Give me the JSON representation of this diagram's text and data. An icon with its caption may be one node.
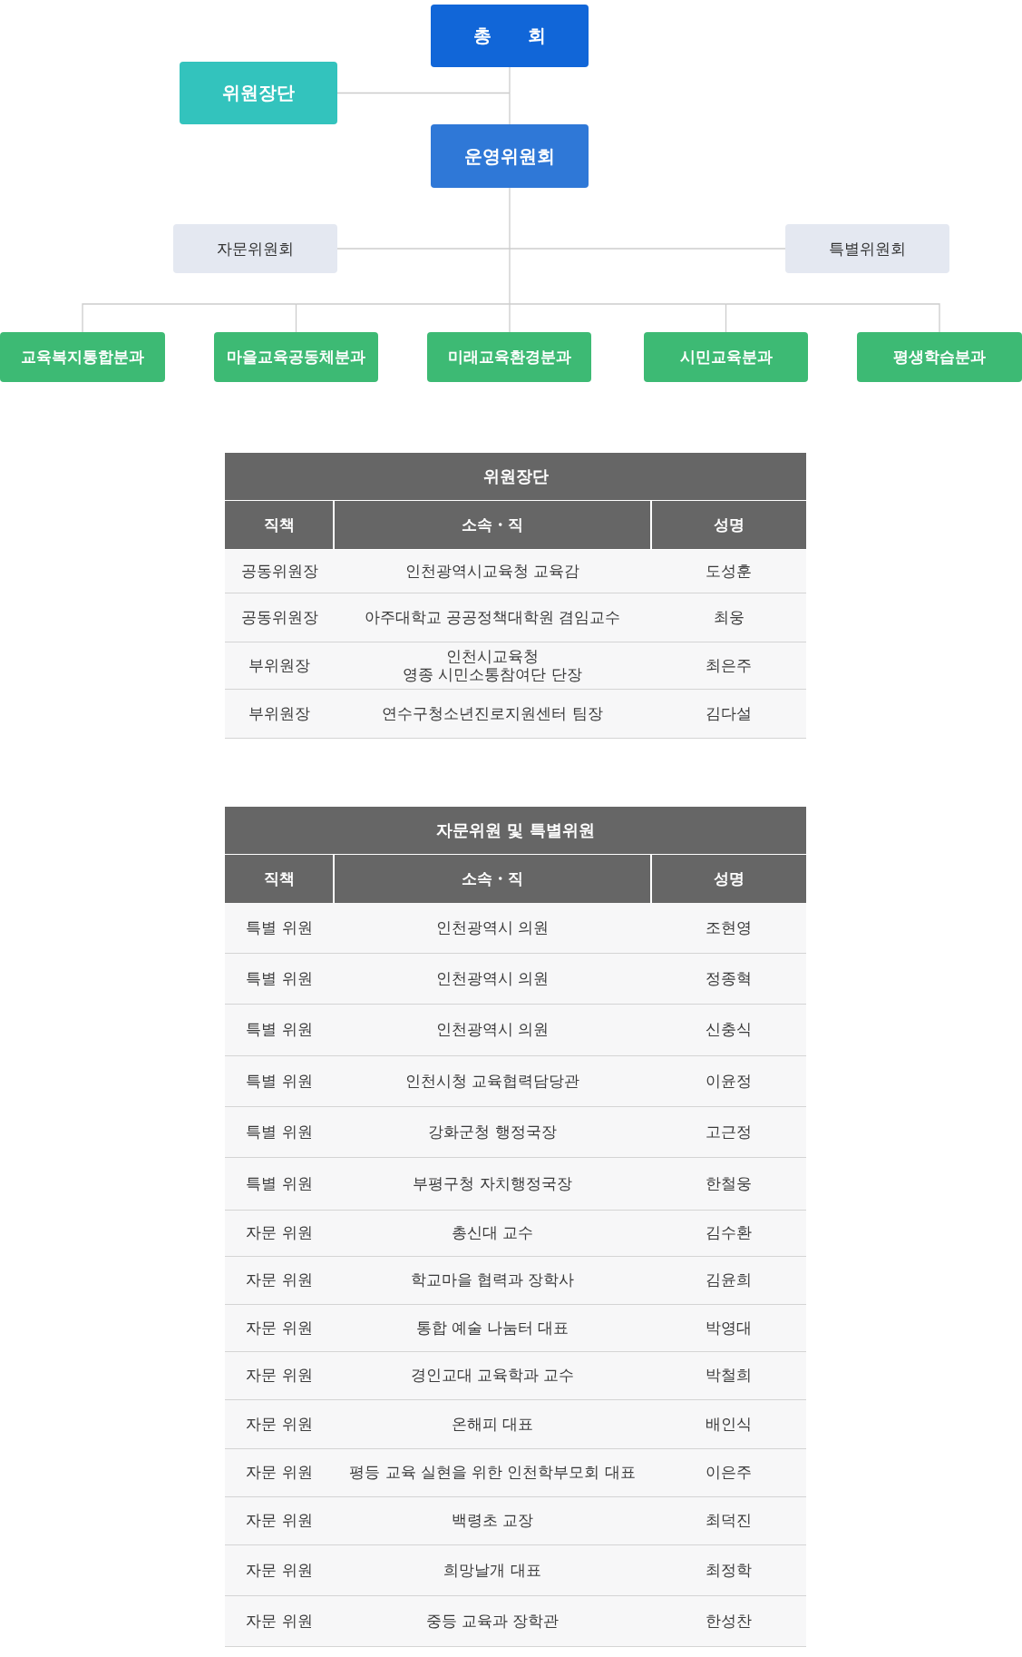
{
  "diagram": {
    "nodes": [
      {
        "text": [
          "총 회"
        ]
      },
      {
        "text": [
          "위원장단"
        ]
      },
      {
        "text": [
          "운영위원회"
        ]
      },
      {
        "text": [
          "자문위원회"
        ]
      },
      {
        "text": [
          "특별위원회"
        ]
      },
      {
        "text": [
          "교육복지통합분과"
        ]
      },
      {
        "text": [
          "마을교육공동체분과"
        ]
      },
      {
        "text": [
          "미래교육환경분과"
        ]
      },
      {
        "text": [
          "시민교육분과"
        ]
      },
      {
        "text": [
          "평생학습분과"
        ]
      }
    ],
    "edges": [
      {
        "from": 0,
        "to": 2,
        "arrow": "none"
      },
      {
        "from": 0,
        "to": 1,
        "arrow": "none"
      },
      {
        "from": 2,
        "to": 3,
        "arrow": "none"
      },
      {
        "from": 2,
        "to": 4,
        "arrow": "none"
      },
      {
        "from": 2,
        "to": 5,
        "arrow": "none"
      },
      {
        "from": 2,
        "to": 6,
        "arrow": "none"
      },
      {
        "from": 2,
        "to": 7,
        "arrow": "none"
      },
      {
        "from": 2,
        "to": 8,
        "arrow": "none"
      },
      {
        "from": 2,
        "to": 9,
        "arrow": "none"
      }
    ],
    "labels": [
      "위원장단",
      "직책",
      "소속・직",
      "성명",
      "공동위원장",
      "인천광역시교육청 교육감",
      "도성훈",
      "공동위원장",
      "아주대학교 공공정책대학원 겸임교수",
      "최웅",
      "부위원장",
      "인천시교육청 영종 시민소통참여단 단장",
      "최은주",
      "부위원장",
      "연수구청소년진로지원센터 팀장",
      "김다설",
      "자문위원 및 특별위원",
      "직책",
      "소속・직",
      "성명",
      "특별 위원",
      "인천광역시 의원",
      "조현영",
      "특별 위원",
      "인천광역시 의원",
      "정종혁",
      "특별 위원",
      "인천광역시 의원",
      "신충식",
      "특별 위원",
      "인천시청 교육협력담당관",
      "이윤정",
      "특별 위원",
      "강화군청 행정국장",
      "고근정",
      "특별 위원",
      "부평구청 자치행정국장",
      "한철웅",
      "자문 위원",
      "총신대 교수",
      "김수환",
      "자문 위원",
      "학교마을 협력과 장학사",
      "김윤희",
      "자문 위원",
      "통합 예술 나눔터 대표",
      "박영대",
      "자문 위원",
      "경인교대 교육학과 교수",
      "박철희",
      "자문 위원",
      "온해피 대표",
      "배인식",
      "자문 위원",
      "평등 교육 실현을 위한 인천학부모회 대표",
      "이은주",
      "자문 위원",
      "백령초 교장",
      "최덕진",
      "자문 위원",
      "희망날개 대표",
      "최정학",
      "자문 위원",
      "중등 교육과 장학관",
      "한성찬"
    ]
  }
}
